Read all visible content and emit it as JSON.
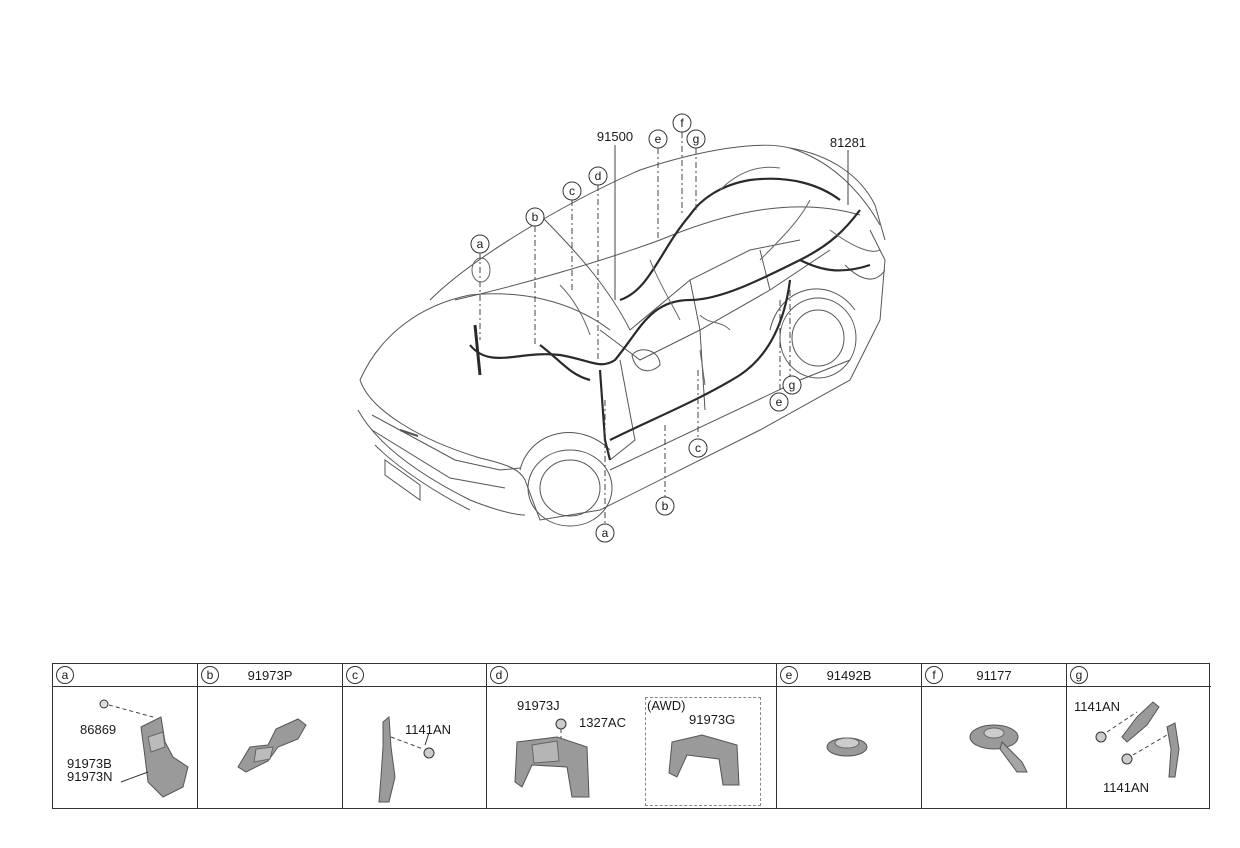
{
  "callouts": {
    "main_harness": "91500",
    "rear_harness": "81281",
    "a": "a",
    "b": "b",
    "c": "c",
    "d": "d",
    "e": "e",
    "f": "f",
    "g": "g"
  },
  "table": {
    "cells": [
      {
        "letter": "a",
        "header_pn": "",
        "parts": [
          "86869",
          "91973B",
          "91973N"
        ]
      },
      {
        "letter": "b",
        "header_pn": "91973P",
        "parts": []
      },
      {
        "letter": "c",
        "header_pn": "",
        "parts": [
          "1141AN"
        ]
      },
      {
        "letter": "d",
        "header_pn": "",
        "parts": [
          "91973J",
          "1327AC",
          "(AWD)",
          "91973G"
        ]
      },
      {
        "letter": "e",
        "header_pn": "91492B",
        "parts": []
      },
      {
        "letter": "f",
        "header_pn": "91177",
        "parts": []
      },
      {
        "letter": "g",
        "header_pn": "",
        "parts": [
          "1141AN",
          "1141AN"
        ]
      }
    ]
  }
}
